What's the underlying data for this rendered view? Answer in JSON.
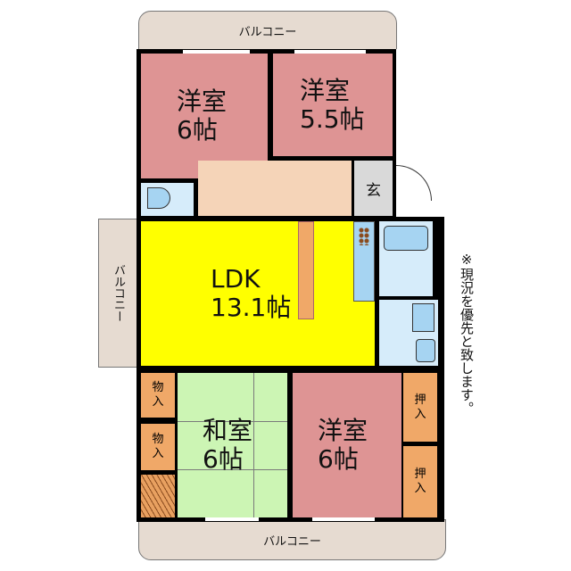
{
  "balcony_top": "バルコニー",
  "balcony_left": "バルコニー",
  "balcony_bottom": "バルコニー",
  "rooms": {
    "western_1": {
      "name": "洋室",
      "size": "6帖"
    },
    "western_2": {
      "name": "洋室",
      "size": "5.5帖"
    },
    "entrance": "玄",
    "ldk": {
      "name": "LDK",
      "size": "13.1帖"
    },
    "japanese": {
      "name": "和室",
      "size": "6帖"
    },
    "western_3": {
      "name": "洋室",
      "size": "6帖"
    },
    "storage_1": "物入",
    "storage_2": "物入",
    "closet_1": "押入",
    "closet_2": "押入"
  },
  "note": "※現況を優先と致します。",
  "colors": {
    "western": "#de9494",
    "ldk": "#ffff00",
    "japanese": "#ccf5b4",
    "storage": "#f0a868",
    "wet": "#d6ecfa",
    "hall": "#f5d4b8",
    "entrance": "#d9d9d9"
  }
}
